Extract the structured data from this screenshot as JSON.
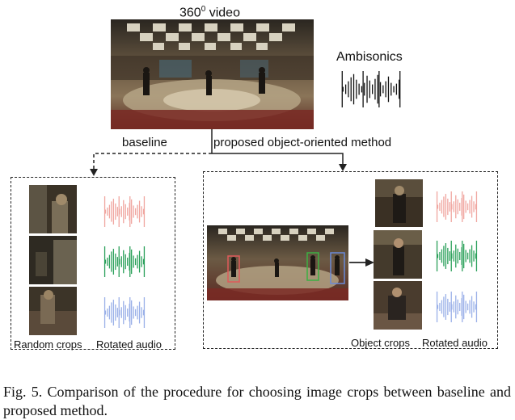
{
  "top": {
    "video_label_base": "360",
    "video_label_sup": "0",
    "video_label_rest": " video",
    "ambisonics_label": "Ambisonics"
  },
  "branches": {
    "baseline_label": "baseline",
    "proposed_label": "proposed object-oriented method"
  },
  "baseline_box": {
    "crops_label": "Random crops",
    "audio_label": "Rotated audio"
  },
  "proposed_box": {
    "crops_label": "Object crops",
    "audio_label": "Rotated audio"
  },
  "caption": {
    "text": "Fig. 5.  Comparison of the procedure for choosing image crops between baseline and proposed method."
  },
  "colors": {
    "wave_black": "#111111",
    "wave_red": "#f0a6a0",
    "wave_green": "#2aa05a",
    "wave_blue": "#9ab0e8",
    "box_red": "#e05a5a",
    "box_green": "#3cb043",
    "box_blue": "#6a8ad8"
  }
}
